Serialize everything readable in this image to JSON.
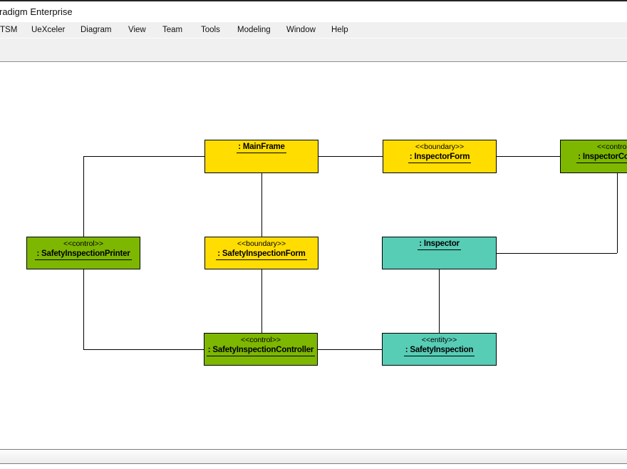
{
  "window": {
    "title": "radigm Enterprise"
  },
  "menu": {
    "items": [
      "TSM",
      "UeXceler",
      "Diagram",
      "View",
      "Team",
      "Tools",
      "Modeling",
      "Window",
      "Help"
    ]
  },
  "colors": {
    "boundary_yellow": "#FFDD00",
    "control_green": "#7DB700",
    "entity_teal": "#57CDB6"
  },
  "diagram": {
    "nodes": {
      "mainframe": {
        "stereotype": "",
        "name": ": MainFrame"
      },
      "inspector_form": {
        "stereotype": "<<boundary>>",
        "name": ": InspectorForm"
      },
      "inspector_controller": {
        "stereotype": "<<control>>",
        "name": ": InspectorController"
      },
      "safety_inspection_printer": {
        "stereotype": "<<control>>",
        "name": ": SafetyInspectionPrinter"
      },
      "safety_inspection_form": {
        "stereotype": "<<boundary>>",
        "name": ": SafetyInspectionForm"
      },
      "inspector": {
        "stereotype": "",
        "name": ": Inspector"
      },
      "safety_inspection_controller": {
        "stereotype": "<<control>>",
        "name": ": SafetyInspectionController"
      },
      "safety_inspection": {
        "stereotype": "<<entity>>",
        "name": ": SafetyInspection"
      }
    },
    "edges": [
      {
        "from": ": MainFrame",
        "to": ": InspectorForm"
      },
      {
        "from": ": InspectorForm",
        "to": ": InspectorController"
      },
      {
        "from": ": MainFrame",
        "to": ": SafetyInspectionPrinter"
      },
      {
        "from": ": MainFrame",
        "to": ": SafetyInspectionForm"
      },
      {
        "from": ": SafetyInspectionForm",
        "to": ": SafetyInspectionController"
      },
      {
        "from": ": SafetyInspectionPrinter",
        "to": ": SafetyInspectionController"
      },
      {
        "from": ": SafetyInspectionController",
        "to": ": SafetyInspection"
      },
      {
        "from": ": Inspector",
        "to": ": SafetyInspection"
      },
      {
        "from": ": InspectorController",
        "to": ": Inspector"
      }
    ]
  }
}
